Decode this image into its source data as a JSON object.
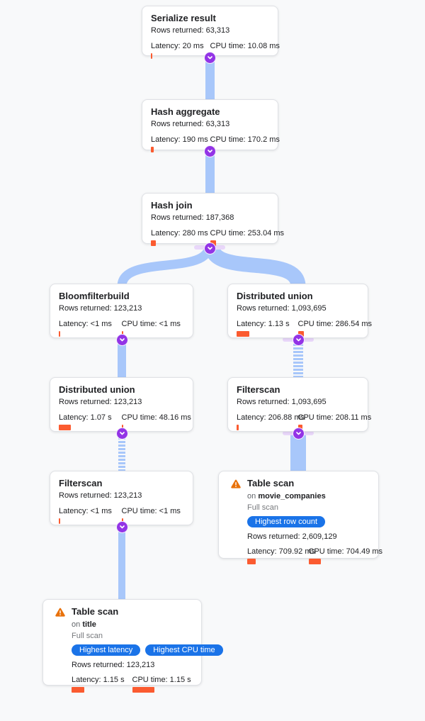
{
  "colors": {
    "background": "#f8f9fa",
    "edge": "#a8c7fa",
    "connector": "#9334e6",
    "bar": "#fb5b30",
    "pill": "#1a73e8",
    "warning": "#e8710a",
    "band": "#e9d7fa"
  },
  "nodes": [
    {
      "title": "Serialize result",
      "rows": "Rows returned: 63,313",
      "latency": "Latency: 20 ms",
      "cpu": "CPU time: 10.08 ms",
      "latency_bar": 2,
      "cpu_bar": 2
    },
    {
      "title": "Hash aggregate",
      "rows": "Rows returned: 63,313",
      "latency": "Latency: 190 ms",
      "cpu": "CPU time: 170.2 ms",
      "latency_bar": 4,
      "cpu_bar": 6
    },
    {
      "title": "Hash join",
      "rows": "Rows returned: 187,368",
      "latency": "Latency: 280 ms",
      "cpu": "CPU time: 253.04 ms",
      "latency_bar": 7,
      "cpu_bar": 8
    },
    {
      "title": "Bloomfilterbuild",
      "rows": "Rows returned: 123,213",
      "latency": "Latency: <1 ms",
      "cpu": "CPU time: <1 ms",
      "latency_bar": 2,
      "cpu_bar": 2
    },
    {
      "title": "Distributed union",
      "rows": "Rows returned: 1,093,695",
      "latency": "Latency: 1.13 s",
      "cpu": "CPU time: 286.54 ms",
      "latency_bar": 18,
      "cpu_bar": 8
    },
    {
      "title": "Distributed union",
      "rows": "Rows returned: 123,213",
      "latency": "Latency: 1.07 s",
      "cpu": "CPU time: 48.16 ms",
      "latency_bar": 17,
      "cpu_bar": 2
    },
    {
      "title": "Filterscan",
      "rows": "Rows returned: 1,093,695",
      "latency": "Latency: 206.88 ms",
      "cpu": "CPU time: 208.11 ms",
      "latency_bar": 3,
      "cpu_bar": 6
    },
    {
      "title": "Filterscan",
      "rows": "Rows returned: 123,213",
      "latency": "Latency: <1 ms",
      "cpu": "CPU time: <1 ms",
      "latency_bar": 2,
      "cpu_bar": 2
    },
    {
      "title": "Table scan",
      "on_prefix": "on",
      "table": "movie_companies",
      "scan_type": "Full scan",
      "badges": [
        "Highest row count"
      ],
      "rows": "Rows returned: 2,609,129",
      "latency": "Latency: 709.92 ms",
      "cpu": "CPU time: 704.49 ms",
      "latency_bar": 12,
      "cpu_bar": 17
    },
    {
      "title": "Table scan",
      "on_prefix": "on",
      "table": "title",
      "scan_type": "Full scan",
      "badges": [
        "Highest latency",
        "Highest CPU time"
      ],
      "rows": "Rows returned: 123,213",
      "latency": "Latency: 1.15 s",
      "cpu": "CPU time: 1.15 s",
      "latency_bar": 18,
      "cpu_bar": 31
    }
  ]
}
